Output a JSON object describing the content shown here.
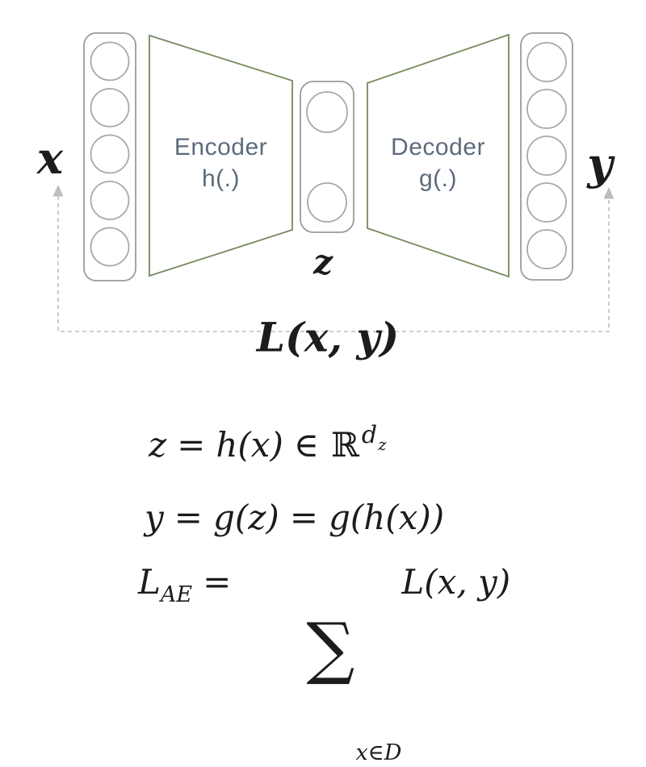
{
  "diagram": {
    "input_label": "x",
    "output_label": "y",
    "latent_label": "z",
    "loss_label": "L(x, y)",
    "encoder": {
      "title": "Encoder",
      "func": "h(.)"
    },
    "decoder": {
      "title": "Decoder",
      "func": "g(.)"
    },
    "layers": {
      "input_units": 5,
      "latent_units": 2,
      "output_units": 5
    },
    "colors": {
      "trapezoid_stroke": "#75895e",
      "layer_stroke": "#9b9b9b",
      "circle_stroke": "#a8a8a8",
      "dashed_line": "#bdbdbd",
      "block_label_text": "#5d6b7b",
      "math_text": "#1c1c1c"
    }
  },
  "equations": {
    "eq1": {
      "lhs": "z",
      "equals": "=",
      "rhs": "h(x)",
      "element_of": "∈",
      "set_symbol": "ℝ",
      "dim_sup": "d",
      "dim_sub": "z"
    },
    "eq2": {
      "lhs": "y",
      "equals1": "=",
      "mid": "g(z)",
      "equals2": "=",
      "rhs": "g(h(x))"
    },
    "eq3": {
      "lhs": "L",
      "lhs_sub": "AE",
      "equals": "=",
      "sum_symbol": "∑",
      "sum_sub": "x∈D",
      "term": "L(x, y)"
    }
  }
}
